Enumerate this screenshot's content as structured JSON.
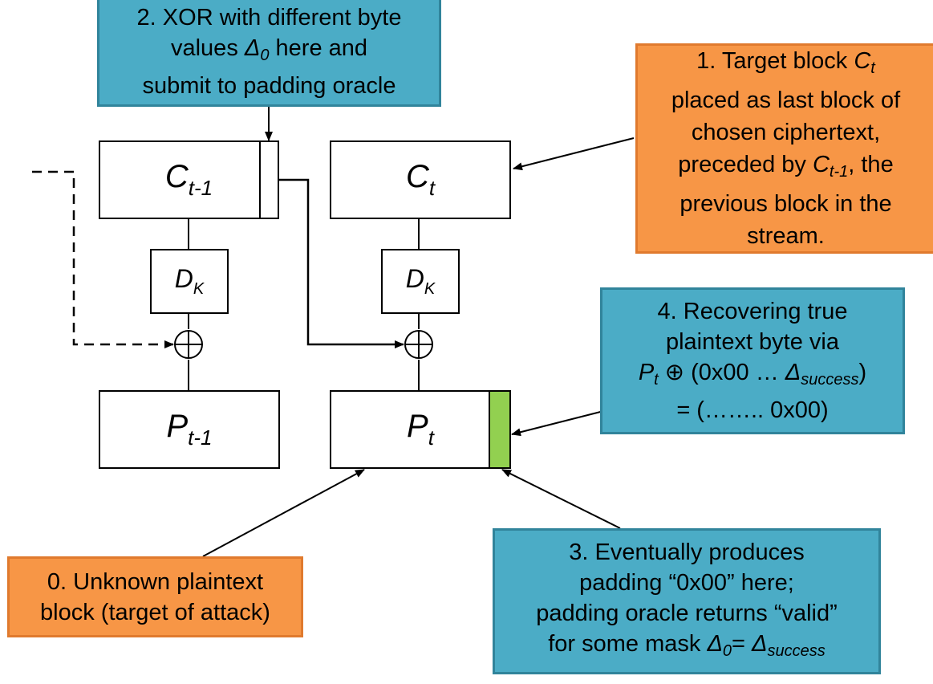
{
  "blocks": {
    "c_prev": {
      "label": "C",
      "sub": "t-1"
    },
    "c_t": {
      "label": "C",
      "sub": "t"
    },
    "dk_left": {
      "label": "D",
      "sub": "K"
    },
    "dk_right": {
      "label": "D",
      "sub": "K"
    },
    "p_prev": {
      "label": "P",
      "sub": "t-1"
    },
    "p_t": {
      "label": "P",
      "sub": "t"
    }
  },
  "callouts": {
    "step2": {
      "line1": "2. XOR with different byte",
      "line2_pre": "values ",
      "line2_var": "Δ",
      "line2_sub": "0",
      "line2_post": " here and",
      "line3": "submit to padding oracle"
    },
    "step1": {
      "line1_pre": "1. Target block ",
      "line1_var": "C",
      "line1_sub": "t",
      "line2": "placed as last block of",
      "line3": "chosen ciphertext,",
      "line4_pre": "preceded by ",
      "line4_var": "C",
      "line4_sub": "t-1",
      "line4_post": ", the",
      "line5": "previous block in the",
      "line6": "stream."
    },
    "step4": {
      "line1": "4. Recovering true",
      "line2": "plaintext byte via",
      "line3_var": "P",
      "line3_sub": "t",
      "line3_mid": " ⊕ (0x00 … ",
      "line3_var2": "Δ",
      "line3_sub2": "success",
      "line3_post": ")",
      "line4": "=  (…….. 0x00)"
    },
    "step0": {
      "line1": "0. Unknown plaintext",
      "line2": "block (target of attack)"
    },
    "step3": {
      "line1": "3. Eventually produces",
      "line2": "padding “0x00” here;",
      "line3": "padding oracle returns “valid”",
      "line4_pre": "for some mask ",
      "line4_var": "Δ",
      "line4_sub": "0",
      "line4_mid": "= ",
      "line4_var2": "Δ",
      "line4_sub2": "success"
    }
  },
  "symbols": {
    "xor_left": "xor-symbol",
    "xor_right": "xor-symbol"
  },
  "colors": {
    "teal_callout": "#4bacc6",
    "orange_callout": "#f79646",
    "padding_byte": "#92d050"
  }
}
